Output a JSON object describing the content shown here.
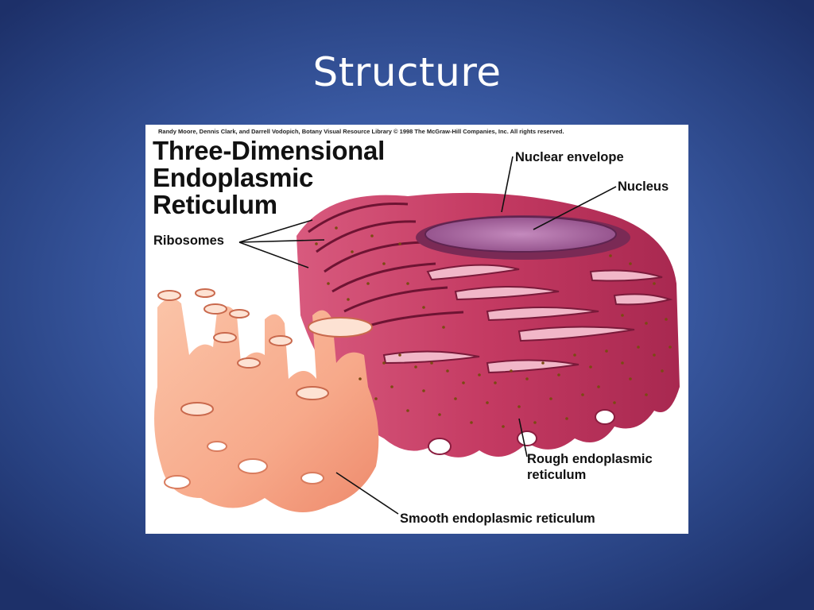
{
  "slide": {
    "title": "Structure"
  },
  "figure": {
    "credit": "Randy Moore, Dennis Clark, and Darrell Vodopich, Botany Visual Resource Library © 1998 The McGraw-Hill Companies, Inc. All rights reserved.",
    "title_lines": [
      "Three-Dimensional",
      "Endoplasmic",
      "Reticulum"
    ],
    "labels": {
      "nuclear_envelope": "Nuclear envelope",
      "nucleus": "Nucleus",
      "ribosomes": "Ribosomes",
      "rough_er_line1": "Rough endoplasmic",
      "rough_er_line2": "reticulum",
      "smooth_er": "Smooth endoplasmic reticulum"
    }
  },
  "colors": {
    "rough_er": "#c43a62",
    "rough_er_dark": "#8a1d3f",
    "smooth_er": "#f7a98a",
    "nucleus": "#a85a9e",
    "ribosome": "#7a4a12"
  }
}
